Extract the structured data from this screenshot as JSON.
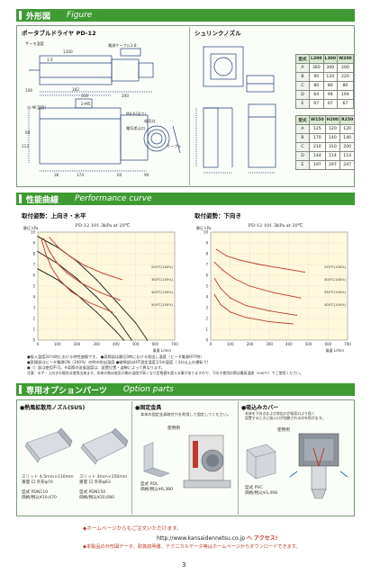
{
  "sections": {
    "figure": {
      "jp": "外形図",
      "en": "Figure"
    },
    "performance": {
      "jp": "性能曲線",
      "en": "Performance curve"
    },
    "options": {
      "jp": "専用オプションパーツ",
      "en": "Option parts"
    }
  },
  "figure": {
    "left_title": "ポータブルドライヤ PD-12",
    "right_title": "シュリンクノズル",
    "labels": {
      "thermal": "サーモ温度",
      "cord": "電源ケーブル3.8",
      "dims_top": [
        "1300",
        "1.5",
        "182",
        "310",
        "200",
        "2-M5"
      ],
      "dims_side": [
        "106",
        "60",
        "112",
        "174",
        "36",
        "60",
        "90"
      ],
      "side_notes": [
        "穴-M(温度)",
        "M4-6(深さ)",
        "吸気口",
        "ケーブル",
        "電気差込口"
      ]
    },
    "table1": {
      "headers": [
        "型式",
        "L300",
        "L300",
        "W200"
      ],
      "rows": [
        [
          "A",
          "360",
          "300",
          "200"
        ],
        [
          "B",
          "90",
          "120",
          "220"
        ],
        [
          "C",
          "80",
          "80",
          "80"
        ],
        [
          "D",
          "64",
          "94",
          "194"
        ],
        [
          "E",
          "67",
          "67",
          "67"
        ]
      ]
    },
    "table2": {
      "headers": [
        "型式",
        "W150",
        "H200",
        "R250"
      ],
      "rows": [
        [
          "A",
          "125",
          "120",
          "120"
        ],
        [
          "B",
          "170",
          "140",
          "140"
        ],
        [
          "C",
          "210",
          "310",
          "200"
        ],
        [
          "D",
          "144",
          "114",
          "114"
        ],
        [
          "E",
          "197",
          "297",
          "247"
        ]
      ]
    }
  },
  "performance": {
    "left_sub": "取付姿勢：上向き・水平",
    "right_sub": "取付姿勢：下向き",
    "notes": [
      "●吸入温度20℃時における特性曲線です。 ●実線部は静圧0時における吹出し温度（ヒータ電源OFF時）",
      "●実線部はヒータ電源ON（100%）の時の吹出温度 ●破線部はHIT設定温度1/3の温度（ 3分以上の運転で）",
      "●（）部は使用不可。※実際の送風温度は、設置位置・姿勢によって異なります。",
      "注意：水平・上向きの場合は使用出来ます。本体の熱は吸気口側の温度が高くなり定格値を超える事がありますので、下向き使用の際は最高温度（490℃）でご使用ください。"
    ]
  },
  "chart_data": [
    {
      "type": "line",
      "title": "PD-12 101.3kPa at 20℃",
      "xlabel": "風量 L/min",
      "ylabel": "静圧 kPa",
      "x_ticks": [
        "0",
        "100",
        "200",
        "300",
        "400",
        "500",
        "600",
        "700"
      ],
      "y_ticks": [
        "0",
        "1",
        "2",
        "3",
        "4",
        "5",
        "6",
        "7",
        "8",
        "9",
        "10"
      ],
      "xlim": [
        0,
        700
      ],
      "ylim": [
        0,
        10
      ],
      "grid": true,
      "series": [
        {
          "name": "",
          "color": "#1a1a1a",
          "values": [
            [
              0,
              9.6
            ],
            [
              100,
              8.6
            ],
            [
              200,
              7.3
            ],
            [
              300,
              5.6
            ],
            [
              400,
              3.6
            ],
            [
              500,
              1.6
            ],
            [
              560,
              0
            ]
          ]
        },
        {
          "name": "",
          "color": "#1a1a1a",
          "values": [
            [
              0,
              8.2
            ],
            [
              100,
              7.1
            ],
            [
              200,
              5.7
            ],
            [
              300,
              4.0
            ],
            [
              400,
              2.1
            ],
            [
              480,
              0
            ]
          ]
        },
        {
          "name": "",
          "color": "#1a1a1a",
          "values": [
            [
              0,
              6.6
            ],
            [
              100,
              5.6
            ],
            [
              200,
              4.2
            ],
            [
              300,
              2.6
            ],
            [
              400,
              0.8
            ],
            [
              440,
              0
            ]
          ]
        },
        {
          "name": "",
          "color": "#c0392b",
          "values": [
            [
              20,
              9.3
            ],
            [
              40,
              8.0
            ],
            [
              70,
              6.7
            ],
            [
              110,
              5.6
            ],
            [
              170,
              4.5
            ],
            [
              260,
              3.5
            ],
            [
              380,
              2.6
            ]
          ]
        },
        {
          "name": "",
          "color": "#c0392b",
          "values": [
            [
              30,
              9.4
            ],
            [
              60,
              8.2
            ],
            [
              100,
              7.1
            ],
            [
              150,
              6.2
            ],
            [
              220,
              5.3
            ],
            [
              320,
              4.4
            ],
            [
              420,
              3.7
            ]
          ]
        },
        {
          "name": "",
          "color": "#c0392b",
          "values": [
            [
              60,
              9.5
            ],
            [
              110,
              8.5
            ],
            [
              170,
              7.7
            ],
            [
              240,
              6.9
            ],
            [
              330,
              6.2
            ],
            [
              430,
              5.6
            ]
          ]
        }
      ],
      "annotations": [
        "200℃(100%)",
        "300℃(100%)",
        "400℃(100%)",
        "500℃(100%)"
      ]
    },
    {
      "type": "line",
      "title": "PD-12 101.3kPa at 20℃",
      "xlabel": "風量 L/min",
      "ylabel": "静圧 kPa",
      "x_ticks": [
        "0",
        "100",
        "200",
        "300",
        "400",
        "500",
        "600",
        "700"
      ],
      "y_ticks": [
        "0",
        "1",
        "2",
        "3",
        "4",
        "5",
        "6",
        "7",
        "8",
        "9",
        "10"
      ],
      "xlim": [
        0,
        700
      ],
      "ylim": [
        0,
        10
      ],
      "grid": true,
      "series": [
        {
          "name": "",
          "color": "#c0392b",
          "values": [
            [
              30,
              8.4
            ],
            [
              80,
              7.8
            ],
            [
              150,
              7.4
            ],
            [
              250,
              7.0
            ],
            [
              380,
              6.6
            ],
            [
              480,
              6.3
            ]
          ]
        },
        {
          "name": "",
          "color": "#c0392b",
          "values": [
            [
              20,
              7.2
            ],
            [
              60,
              6.5
            ],
            [
              120,
              5.7
            ],
            [
              200,
              5.0
            ],
            [
              320,
              4.4
            ],
            [
              460,
              3.9
            ]
          ]
        },
        {
          "name": "",
          "color": "#c0392b",
          "values": [
            [
              20,
              5.7
            ],
            [
              50,
              4.8
            ],
            [
              100,
              3.9
            ],
            [
              180,
              3.2
            ],
            [
              300,
              2.7
            ],
            [
              440,
              2.3
            ]
          ]
        },
        {
          "name": "",
          "color": "#c0392b",
          "values": [
            [
              20,
              4.2
            ],
            [
              50,
              3.3
            ],
            [
              100,
              2.6
            ],
            [
              180,
              2.1
            ],
            [
              300,
              1.7
            ],
            [
              420,
              1.5
            ]
          ]
        }
      ],
      "annotations": [
        "250℃(100%)",
        "300℃(100%)",
        "350℃(100%)",
        "400℃(100%)"
      ]
    }
  ],
  "options": {
    "nozzle": {
      "title": "●熱風拡散用ノズル(SUS)",
      "item1": [
        "スリット 4.5mm×110mm",
        "重量 口 外形φ70",
        "型式 PDN110",
        "価格/税込¥10,670"
      ],
      "item2": [
        "スリット 4mm×150mm",
        "重量 口 外形φ63",
        "型式 PDN150",
        "価格/税込¥20,680"
      ]
    },
    "bracket": {
      "title": "●固定金具",
      "desc": "本体の固定金具取付穴を利用して固定してください。",
      "usage": "使用例",
      "item": [
        "型式 PDL",
        "価格/税込¥6,380"
      ]
    },
    "cover": {
      "title": "●吸込みカバー",
      "desc": [
        "本体を下向きおよび吹出口が吸気口より低く",
        "設置するときに吸入口が加熱されるのを防ぎます。"
      ],
      "usage": "使用例",
      "item": [
        "型式 PSC",
        "価格/税込¥3,498"
      ]
    }
  },
  "footer": {
    "line1": "◆ホームページからもご注文いただけます。",
    "url": "http://www.kansaidennetsu.co.jp",
    "access": "へ アクセス!",
    "line2": "◆本製品の外形図データ、取扱説明書、テクニカルデータ等はホームページからダウンロードできます。",
    "page": "3"
  },
  "colors": {
    "accent": "#3f9a34",
    "red": "#c0392b",
    "drawing": "#1f3c7a"
  }
}
